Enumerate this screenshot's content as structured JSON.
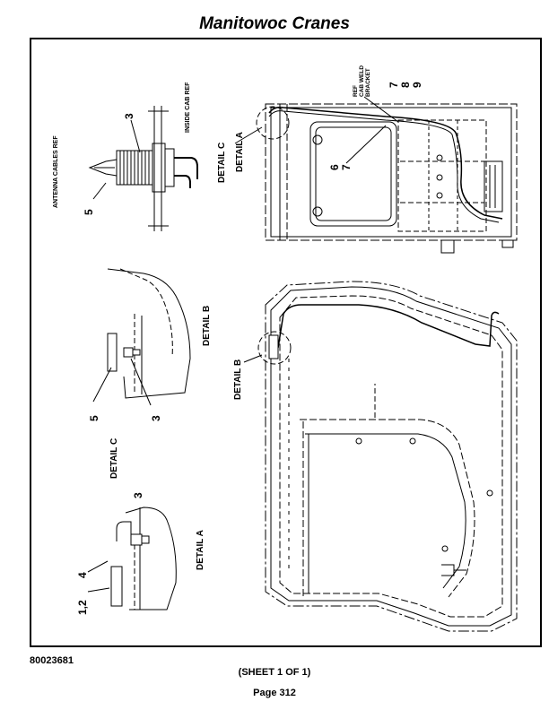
{
  "header": {
    "title": "Manitowoc Cranes"
  },
  "labels": {
    "detail_a": "DETAIL A",
    "detail_b": "DETAIL B",
    "detail_c": "DETAIL C",
    "antenna_cables_ref": "ANTENNA CABLES REF",
    "inside_cab_ref": "INSIDE CAB REF",
    "ref_cab_weld_bracket_1": "REF",
    "ref_cab_weld_bracket_2": "CAB WELD",
    "ref_cab_weld_bracket_3": "BRACKET",
    "callout_1_2": "1,2",
    "callout_3": "3",
    "callout_4": "4",
    "callout_5": "5",
    "callout_6": "6",
    "callout_7": "7",
    "callout_8": "8",
    "callout_9": "9"
  },
  "footer": {
    "part_number": "80023681",
    "sheet": "(SHEET 1 OF 1)",
    "page": "Page 312"
  }
}
